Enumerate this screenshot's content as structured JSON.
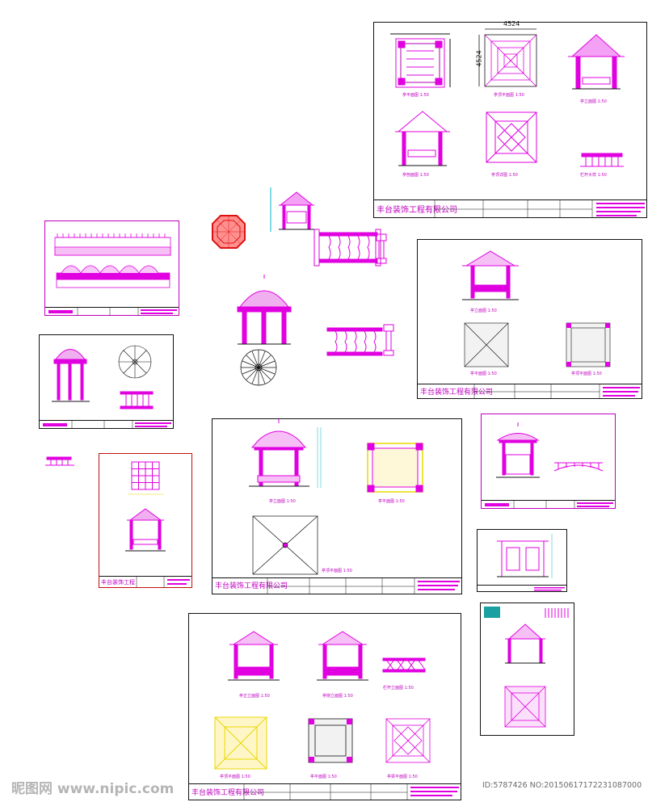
{
  "colors": {
    "magenta": "#e000e0",
    "dark_magenta": "#b000b0",
    "red": "#e01010",
    "yellow": "#e8d800",
    "cyan": "#00b8c8",
    "black": "#111111"
  },
  "sheets": {
    "top_right": {
      "company": "丰台装饰工程有限公司",
      "dim_top": "4524",
      "dim_side": "4524",
      "cap_plan": "亭平面图 1:50",
      "cap_roof": "亭顶平面图 1:50",
      "cap_elev1": "亭立面图 1:50",
      "cap_section": "亭剖面图 1:50",
      "cap_detail": "亭顶详图 1:50",
      "cap_rail": "栏杆大样 1:50"
    },
    "mid_right": {
      "company": "丰台装饰工程有限公司",
      "cap_elev": "亭立面图 1:50",
      "cap_plan": "亭平面图 1:50",
      "cap_roof": "亭顶平面图 1:50"
    },
    "center_big": {
      "company": "丰台装饰工程有限公司",
      "cap_elev": "亭立面图 1:50",
      "cap_plan": "亭平面图 1:50",
      "cap_roof": "亭顶平面图 1:50"
    },
    "bottom_big": {
      "company": "丰台装饰工程有限公司",
      "cap_elev1": "亭正立面图 1:50",
      "cap_elev2": "亭侧立面图 1:50",
      "cap_rail": "栏杆立面图 1:50",
      "cap_roof": "亭顶平面图 1:50",
      "cap_plan": "亭平面图 1:50",
      "cap_beam": "亭梁平面图 1:50"
    },
    "small_left": {
      "company": "丰台装饰工程"
    }
  },
  "watermark": {
    "left": "昵图网 www.nipic.com",
    "right": "ID:5787426 NO:20150617172231087000"
  }
}
